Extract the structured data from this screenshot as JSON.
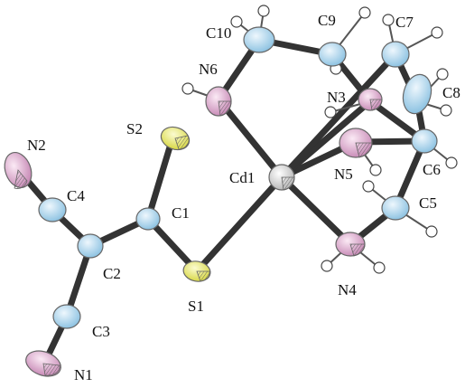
{
  "figure": {
    "description_free": true,
    "atoms": {
      "cd1": "Cd1",
      "s1": "S1",
      "s2": "S2",
      "c1": "C1",
      "c2": "C2",
      "c3": "C3",
      "c4": "C4",
      "n1": "N1",
      "n2": "N2",
      "n3": "N3",
      "n4": "N4",
      "n5": "N5",
      "n6": "N6",
      "c5": "C5",
      "c6": "C6",
      "c7": "C7",
      "c8": "C8",
      "c9": "C9",
      "c10": "C10"
    },
    "colors": {
      "sulfur": "#e6e680",
      "nitrogen": "#e8b4d8",
      "carbon": "#a8d4ec",
      "cadmium": "#d8d8d8",
      "hydrogen": "#ffffff",
      "bond": "#333333"
    }
  }
}
